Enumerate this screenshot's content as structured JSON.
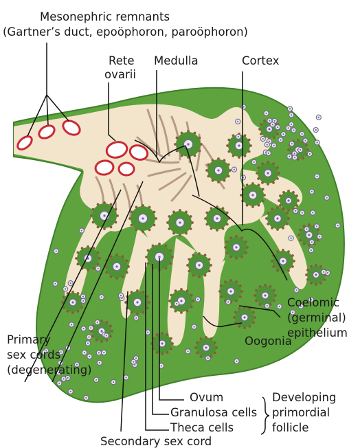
{
  "colors": {
    "stroma": "#f3e5cb",
    "green": "#5ea33e",
    "green_dark": "#3f7f2a",
    "follicle_green": "#4f9236",
    "theca": "#8a5a3c",
    "cell_fill": "#ece7f0",
    "cell_ring": "#6d6a8c",
    "remnant": "#c92a35",
    "leader": "#111111"
  },
  "labels": {
    "mesonephric_title": "Mesonephric remnants",
    "mesonephric_sub": "(Gartner’s duct, epoöphoron, paroöphoron)",
    "rete_1": "Rete",
    "rete_2": "ovarii",
    "medulla": "Medulla",
    "cortex": "Cortex",
    "coelomic_1": "Coelomic",
    "coelomic_2": "(germinal)",
    "coelomic_3": "epithelium",
    "oogonia": "Oogonia",
    "primary_1": "Primary",
    "primary_2": "sex cords",
    "primary_3": "(degenerating)",
    "ovum": "Ovum",
    "granulosa": "Granulosa cells",
    "theca": "Theca cells",
    "developing_1": "Developing",
    "developing_2": "primordial",
    "developing_3": "follicle",
    "secondary": "Secondary sex cord"
  }
}
